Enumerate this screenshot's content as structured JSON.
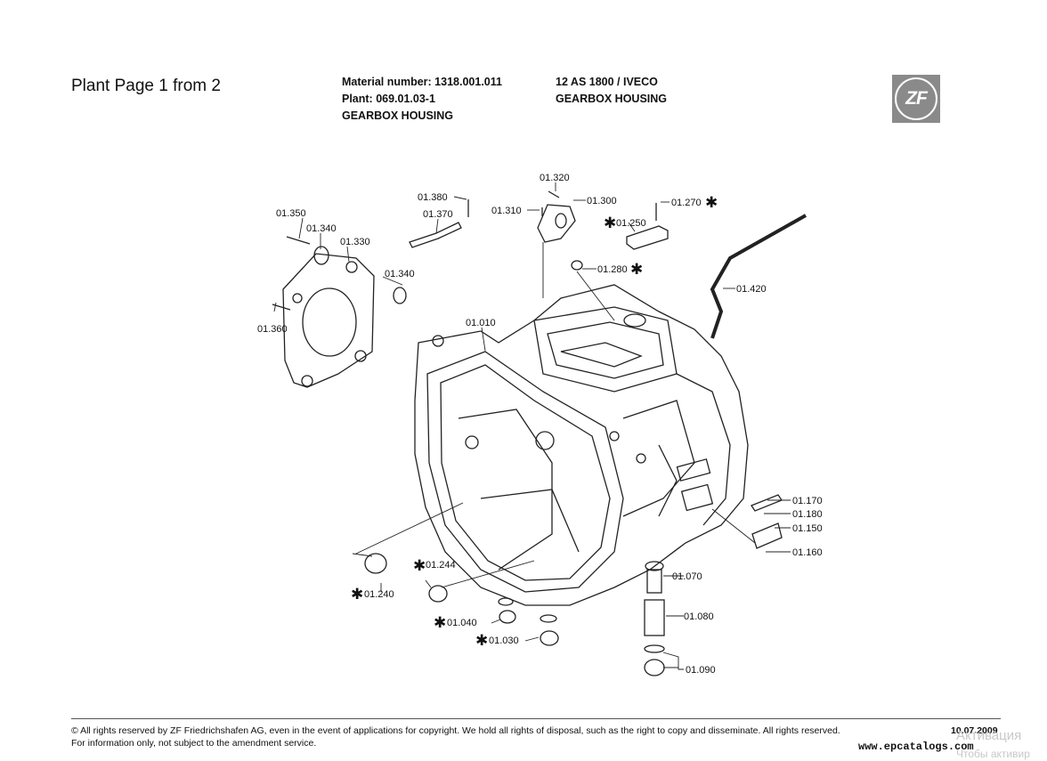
{
  "header": {
    "plant_title": "Plant Page 1 from 2",
    "material_number": "Material number: 1318.001.011",
    "plant": "Plant: 069.01.03-1",
    "part_name_left": "GEARBOX HOUSING",
    "model": "12 AS 1800 / IVECO",
    "part_name_right": "GEARBOX HOUSING",
    "logo_text": "ZF"
  },
  "parts": [
    {
      "id": "01.350",
      "starred": false
    },
    {
      "id": "01.340",
      "starred": false
    },
    {
      "id": "01.330",
      "starred": false
    },
    {
      "id": "01.340",
      "starred": false
    },
    {
      "id": "01.360",
      "starred": false
    },
    {
      "id": "01.380",
      "starred": false
    },
    {
      "id": "01.370",
      "starred": false
    },
    {
      "id": "01.320",
      "starred": false
    },
    {
      "id": "01.310",
      "starred": false
    },
    {
      "id": "01.300",
      "starred": false
    },
    {
      "id": "01.270",
      "starred": true
    },
    {
      "id": "01.250",
      "starred": true
    },
    {
      "id": "01.280",
      "starred": true
    },
    {
      "id": "01.420",
      "starred": false
    },
    {
      "id": "01.010",
      "starred": false
    },
    {
      "id": "01.170",
      "starred": false
    },
    {
      "id": "01.180",
      "starred": false
    },
    {
      "id": "01.150",
      "starred": false
    },
    {
      "id": "01.160",
      "starred": false
    },
    {
      "id": "01.244",
      "starred": true
    },
    {
      "id": "01.240",
      "starred": true
    },
    {
      "id": "01.070",
      "starred": false
    },
    {
      "id": "01.080",
      "starred": false
    },
    {
      "id": "01.040",
      "starred": true
    },
    {
      "id": "01.030",
      "starred": true
    },
    {
      "id": "01.090",
      "starred": false
    }
  ],
  "star_symbol": "✱",
  "footer": {
    "copyright": "© All rights reserved by ZF Friedrichshafen AG, even in the event of applications for copyright. We hold all rights of disposal, such as the right to copy and disseminate. All rights reserved.",
    "info": "For information only, not subject to the amendment service.",
    "date": "10.07.2009",
    "website": "www.epcatalogs.com",
    "watermark_1": "Активация",
    "watermark_2": "Чтобы активир"
  }
}
